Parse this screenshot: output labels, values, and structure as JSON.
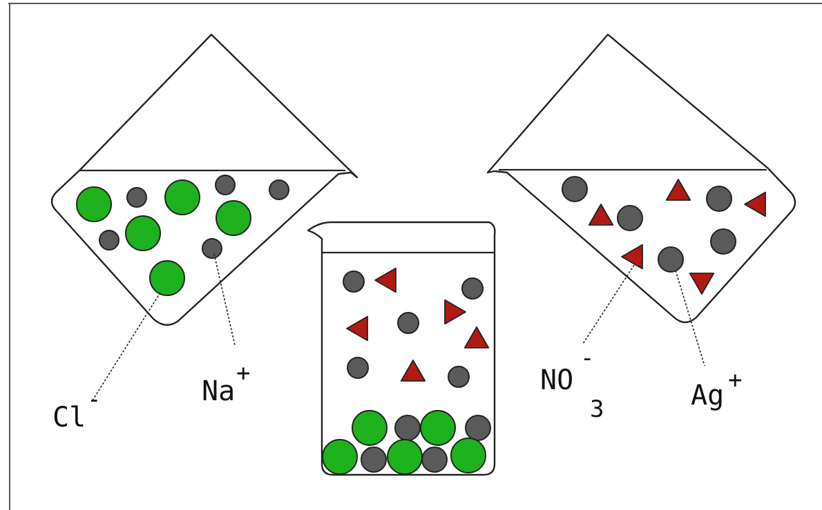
{
  "labels": {
    "chloride": {
      "base": "Cl",
      "charge": "-"
    },
    "sodium": {
      "base": "Na",
      "charge": "+"
    },
    "nitrate": {
      "base": "NO",
      "subscript": "3",
      "charge": "-"
    },
    "silver": {
      "base": "Ag",
      "charge": "+"
    }
  },
  "colors": {
    "chloride_ion": "#1db11d",
    "cation": "#5a5a5a",
    "nitrate_ion": "#b01a12",
    "outline": "#222222"
  },
  "icons": {
    "chloride": "green-circle",
    "sodium": "small-gray-circle",
    "silver": "gray-circle",
    "nitrate": "red-triangle"
  }
}
